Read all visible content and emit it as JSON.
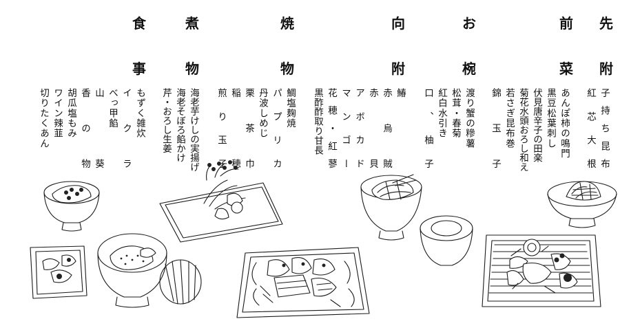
{
  "courses": [
    {
      "id": "sakizuke",
      "top": "先",
      "bottom": "附"
    },
    {
      "id": "zensai",
      "top": "前",
      "bottom": "菜"
    },
    {
      "id": "owan",
      "top": "お",
      "bottom": "椀"
    },
    {
      "id": "mukozuke",
      "top": "向",
      "bottom": "附"
    },
    {
      "id": "yakimono",
      "top": "焼",
      "bottom": "物"
    },
    {
      "id": "nimono",
      "top": "煮",
      "bottom": "物"
    },
    {
      "id": "shokuji",
      "top": "食",
      "bottom": "事"
    }
  ],
  "dishes": {
    "sakizuke": [
      "子持ち昆布",
      "紅芯大根"
    ],
    "zensai": [
      "あんぽ柿の鳴門",
      "黒豆松葉刺し",
      "伏見唐辛子の田楽",
      "菊花水頭おろし和え",
      "若さぎ昆布巻",
      "錦玉子"
    ],
    "owan": [
      "渡り蟹の糝薯",
      "松茸・春菊",
      "紅白水引き",
      "口、柚子"
    ],
    "mukozuke": [
      "鰆",
      "赤烏賊",
      "赤貝",
      "アボカド",
      "マンゴー",
      "花穂・紅蓼",
      "黒酢酢取り甘長"
    ],
    "yakimono": [
      "鯛塩麹焼",
      "パプリカ",
      "丹波しめじ",
      "栗茶巾",
      "稲穂",
      "煎り玉子"
    ],
    "nimono": [
      "海老芋けしの実揚げ",
      "海老そぼろ餡かけ",
      "芹・おろし生姜"
    ],
    "shokuji": [
      "もずく雑炊",
      "イクラ",
      "べっ甲餡",
      "山葵",
      "香の物",
      "胡瓜塩もみ",
      "ワイン辣韮",
      "切りたくあん"
    ]
  }
}
